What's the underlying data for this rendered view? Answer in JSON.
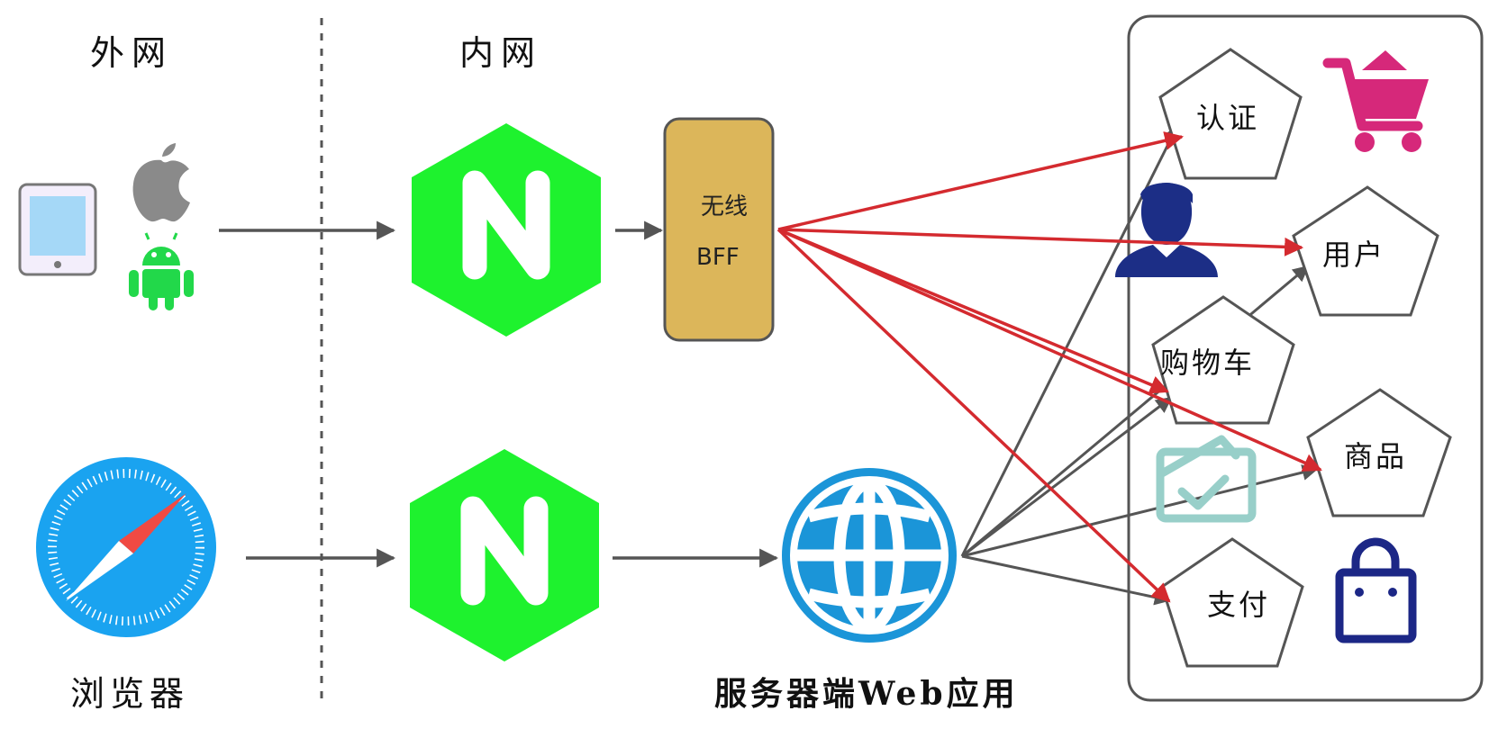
{
  "zones": {
    "external": "外网",
    "internal": "内网"
  },
  "clients": {
    "browser_label": "浏览器",
    "mobile_icons": [
      "tablet-icon",
      "apple-icon",
      "android-icon"
    ],
    "browser_icon": "safari-compass-icon"
  },
  "gateway": {
    "icon": "nginx-icon",
    "color": "#1ef22e"
  },
  "bff": {
    "line1": "无线",
    "line2": "BFF",
    "color": "#dcb65a"
  },
  "web_app": {
    "label": "服务器端Web应用",
    "icon": "globe-icon",
    "color": "#1b95d8"
  },
  "services": [
    {
      "id": "auth",
      "label": "认证",
      "icon": "shopping-cart-icon"
    },
    {
      "id": "user",
      "label": "用户",
      "icon": "user-avatar-icon"
    },
    {
      "id": "cart",
      "label": "购物车",
      "icon": "checklist-icon"
    },
    {
      "id": "product",
      "label": "商品",
      "icon": "shopping-bag-icon"
    },
    {
      "id": "payment",
      "label": "支付",
      "icon": ""
    }
  ],
  "edges": {
    "bff_color": "#d42a2f",
    "web_color": "#555555"
  }
}
